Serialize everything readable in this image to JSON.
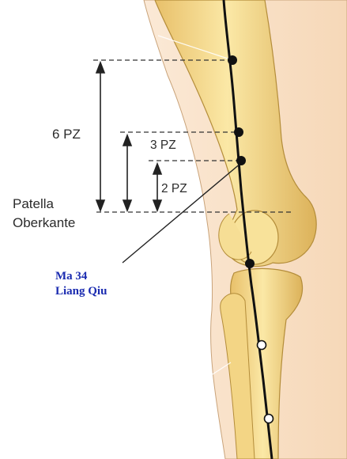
{
  "labels": {
    "six_pz": "6 PZ",
    "three_pz": "3 PZ",
    "two_pz": "2 PZ",
    "patella_line1": "Patella",
    "patella_line2": "Oberkante"
  },
  "acupoint": {
    "code": "Ma 34",
    "name": "Liang Qiu",
    "color": "#1a2bb0"
  },
  "colors": {
    "bone": "#f3d98a",
    "bone_shadow": "#d9b253",
    "skin": "#fbe6cc",
    "meridian": "#111111"
  }
}
